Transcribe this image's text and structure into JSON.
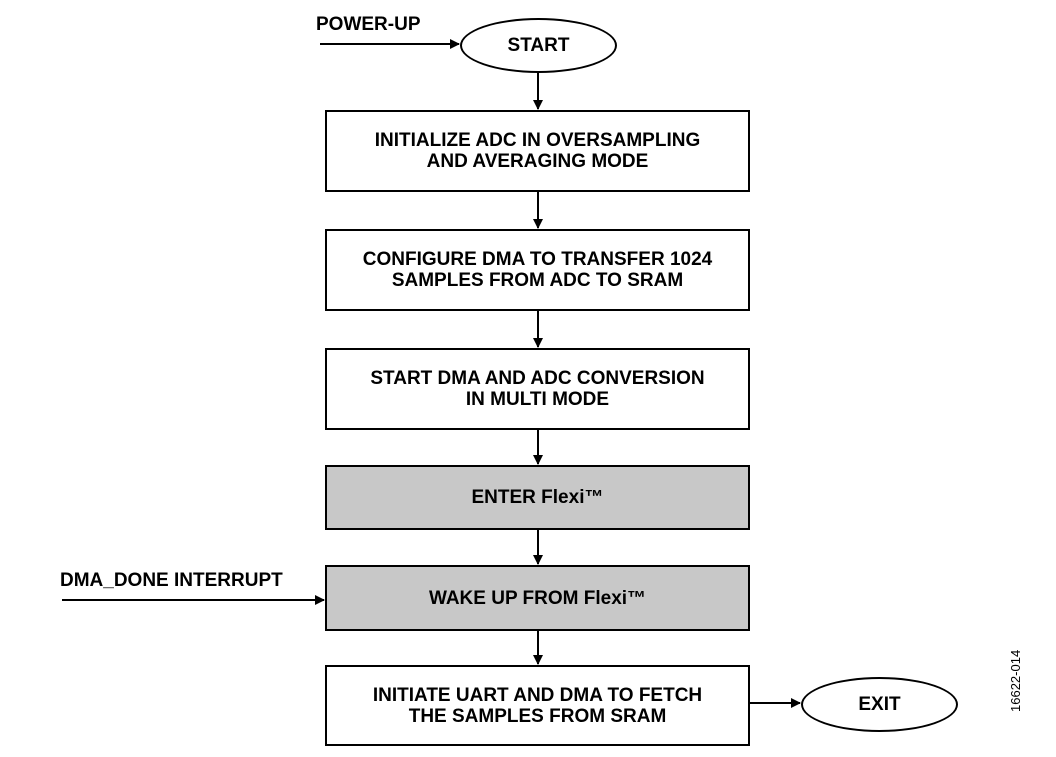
{
  "flowchart": {
    "inputs": {
      "power_up": "POWER-UP",
      "dma_done": "DMA_DONE INTERRUPT"
    },
    "start": "START",
    "steps": [
      {
        "line1": "INITIALIZE ADC IN OVERSAMPLING",
        "line2": "AND AVERAGING MODE",
        "shaded": false
      },
      {
        "line1": "CONFIGURE DMA TO TRANSFER 1024",
        "line2": "SAMPLES FROM ADC TO SRAM",
        "shaded": false
      },
      {
        "line1": "START DMA AND ADC CONVERSION",
        "line2": "IN MULTI MODE",
        "shaded": false
      },
      {
        "line1": "ENTER Flexi™",
        "line2": "",
        "shaded": true
      },
      {
        "line1": "WAKE UP FROM Flexi™",
        "line2": "",
        "shaded": true
      },
      {
        "line1": "INITIATE UART AND DMA TO FETCH",
        "line2": "THE SAMPLES FROM SRAM",
        "shaded": false
      }
    ],
    "exit": "EXIT",
    "figure_id": "16622-014"
  },
  "colors": {
    "line": "#000000",
    "box_fill": "#ffffff",
    "shaded_fill": "#c8c8c8"
  }
}
